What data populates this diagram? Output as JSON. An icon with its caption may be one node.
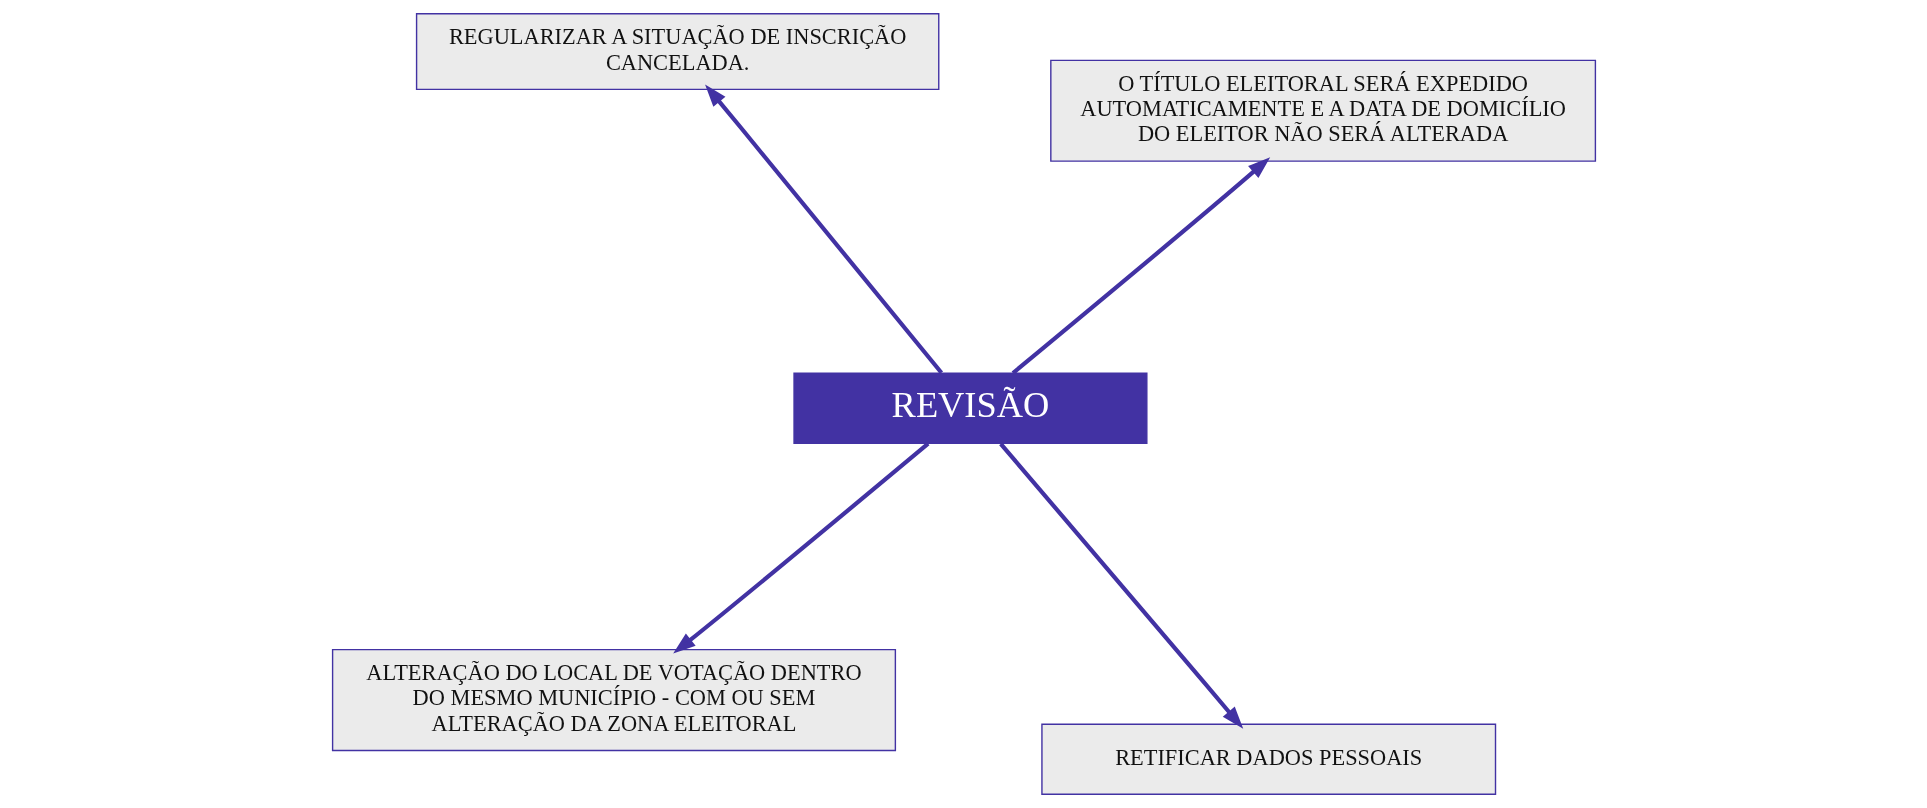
{
  "diagram": {
    "nodes": [
      {
        "text": [
          "ALTERAÇÃO DO LOCAL DE VOTAÇÃO DENTRO DO MESMO MUNICÍPIO - COM OU SEM ALTERAÇÃO DA ZONA ELEITORAL"
        ]
      },
      {
        "text": [
          "RETIFICAR DADOS PESSOAIS"
        ]
      },
      {
        "text": [
          "REVISÃO"
        ]
      },
      {
        "text": [
          "REGULARIZAR A SITUAÇÃO DE INSCRIÇÃO CANCELADA."
        ]
      },
      {
        "text": [
          "O TÍTULO ELEITORAL SERÁ EXPEDIDO AUTOMATICAMENTE E A DATA DE DOMICÍLIO DO ELEITOR NÃO SERÁ ALTERADA"
        ]
      }
    ],
    "edges": [
      {
        "from": 2,
        "to": 0,
        "arrow": "to"
      },
      {
        "from": 2,
        "to": 1,
        "arrow": "to"
      },
      {
        "from": 2,
        "to": 3,
        "arrow": "to"
      },
      {
        "from": 2,
        "to": 4,
        "arrow": "to"
      }
    ]
  }
}
